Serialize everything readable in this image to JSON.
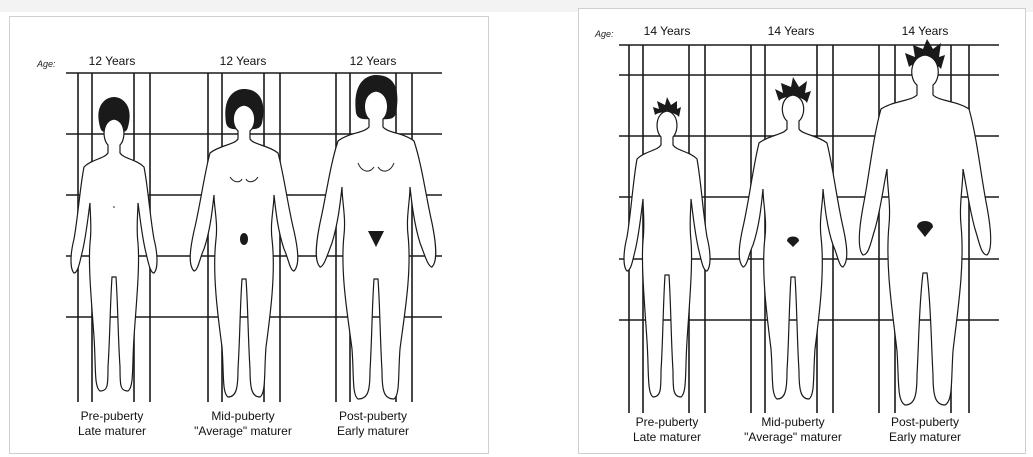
{
  "panels": {
    "girls": {
      "age_label": "Age:",
      "figures": [
        {
          "age": "12 Years",
          "stage": "Pre-puberty",
          "maturity": "Late maturer"
        },
        {
          "age": "12 Years",
          "stage": "Mid-puberty",
          "maturity": "\"Average\" maturer"
        },
        {
          "age": "12 Years",
          "stage": "Post-puberty",
          "maturity": "Early maturer"
        }
      ]
    },
    "boys": {
      "age_label": "Age:",
      "figures": [
        {
          "age": "14 Years",
          "stage": "Pre-puberty",
          "maturity": "Late maturer"
        },
        {
          "age": "14 Years",
          "stage": "Mid-puberty",
          "maturity": "\"Average\" maturer"
        },
        {
          "age": "14 Years",
          "stage": "Post-puberty",
          "maturity": "Early maturer"
        }
      ]
    }
  },
  "colors": {
    "line": "#1a1a1a",
    "panel_border": "#cfcfcf",
    "band": "#f3f3f3"
  }
}
